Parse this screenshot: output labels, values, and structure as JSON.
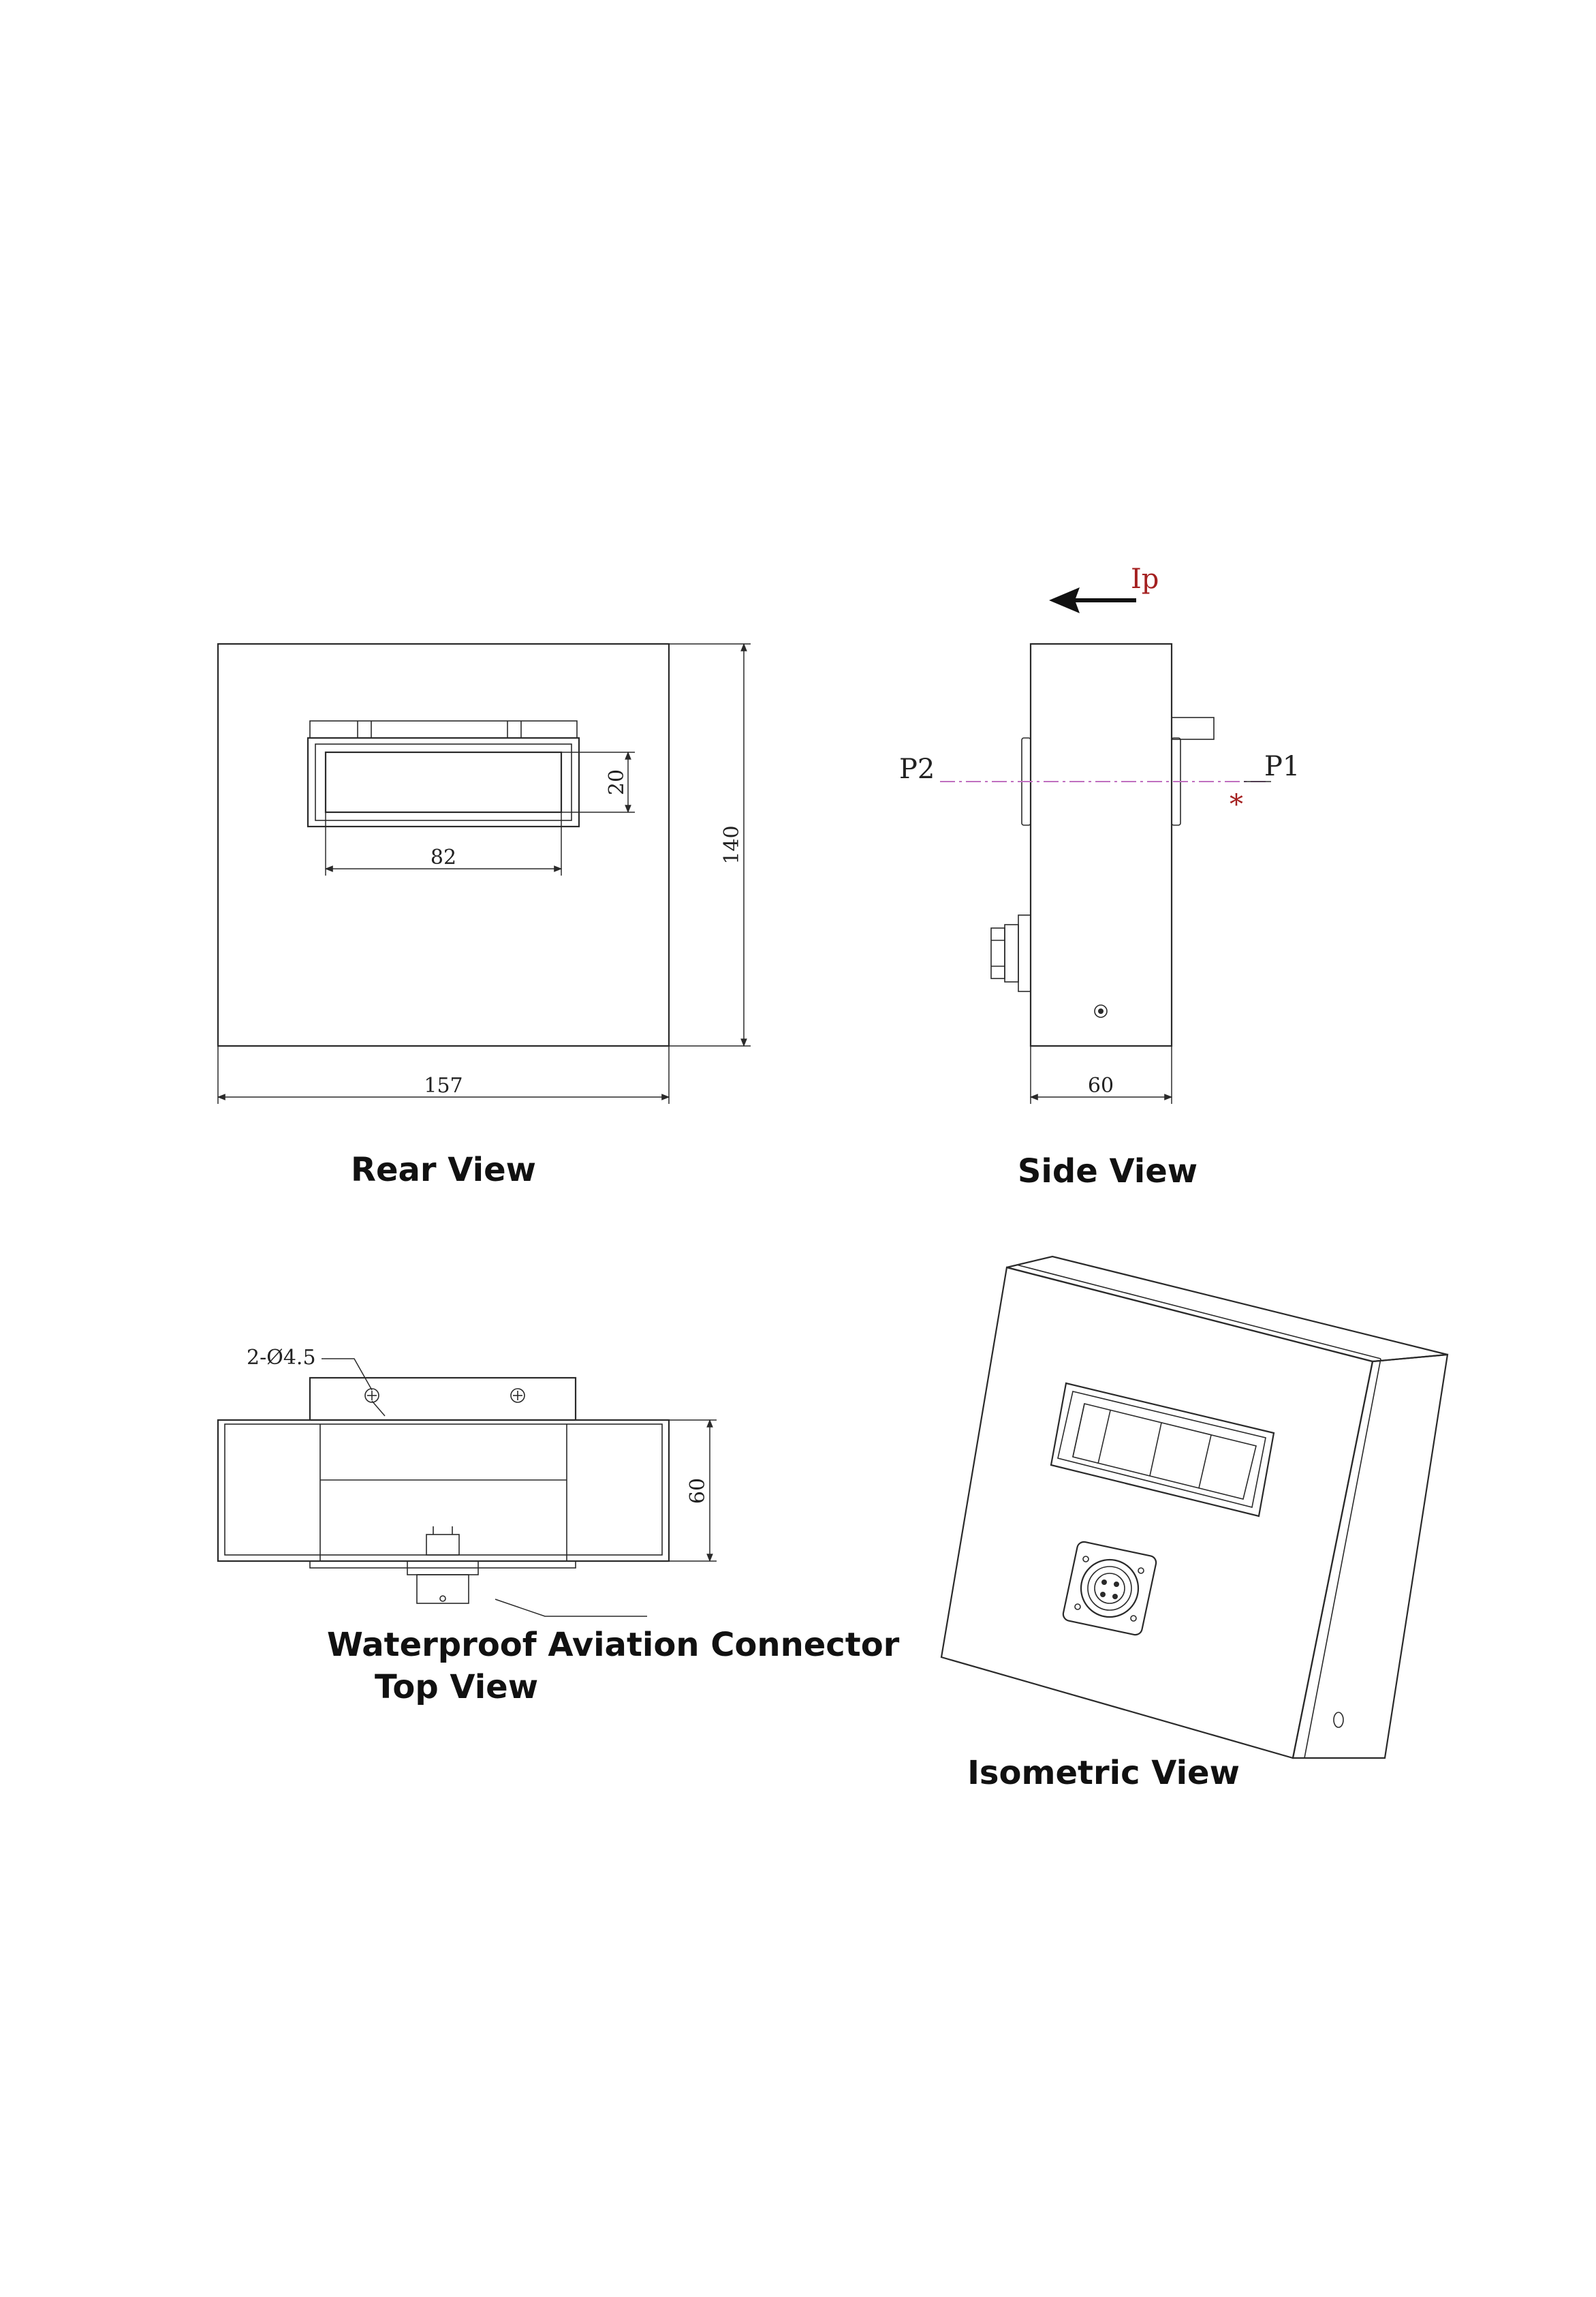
{
  "colors": {
    "line": "#2a2a2a",
    "current_label": "#a42020",
    "axis_line": "#c070c0",
    "marker": "#a42020"
  },
  "views": {
    "rear": {
      "title": "Rear View",
      "dim_width": "157",
      "dim_height": "140",
      "dim_window_width": "82",
      "dim_window_height": "20"
    },
    "side": {
      "title": "Side View",
      "dim_depth": "60",
      "current_label": "Ip",
      "p1_label": "P1",
      "p2_label": "P2",
      "marker": "*"
    },
    "top": {
      "title": "Top View",
      "hole_callout": "2-Ø4.5",
      "dim_depth": "60",
      "connector_label": "Waterproof Aviation Connector"
    },
    "isometric": {
      "title": "Isometric View"
    }
  }
}
